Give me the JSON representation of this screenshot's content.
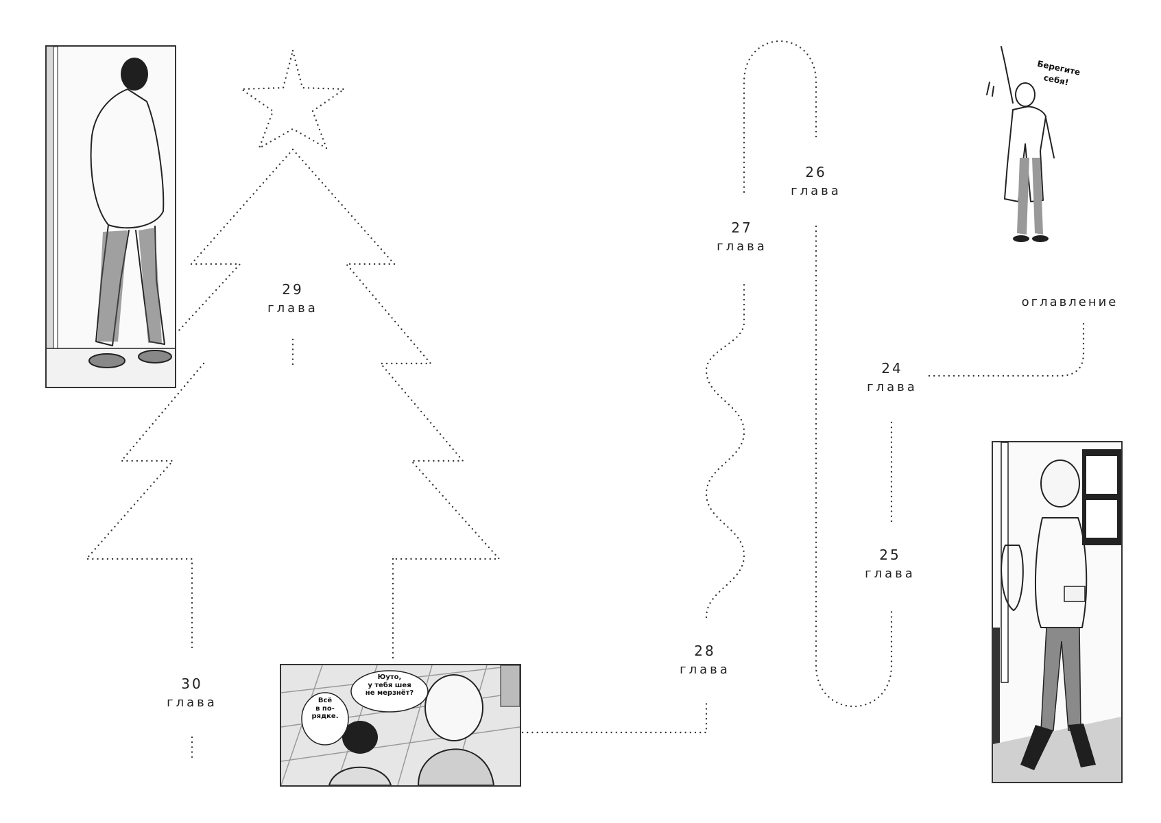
{
  "toc_label": "оглавление",
  "chapters": [
    {
      "id": "24",
      "num": "24",
      "word": "глава"
    },
    {
      "id": "25",
      "num": "25",
      "word": "глава"
    },
    {
      "id": "26",
      "num": "26",
      "word": "глава"
    },
    {
      "id": "27",
      "num": "27",
      "word": "глава"
    },
    {
      "id": "28",
      "num": "28",
      "word": "глава"
    },
    {
      "id": "29",
      "num": "29",
      "word": "глава"
    },
    {
      "id": "30",
      "num": "30",
      "word": "глава"
    }
  ],
  "caption_wave": {
    "line1": "Берегите",
    "line2": "себя!"
  },
  "bubble_girl": {
    "line1": "Юуто,",
    "line2": "у тебя шея",
    "line3": "не мерзнёт?"
  },
  "bubble_boy": {
    "line1": "Всё",
    "line2": "в по-",
    "line3": "рядке."
  }
}
